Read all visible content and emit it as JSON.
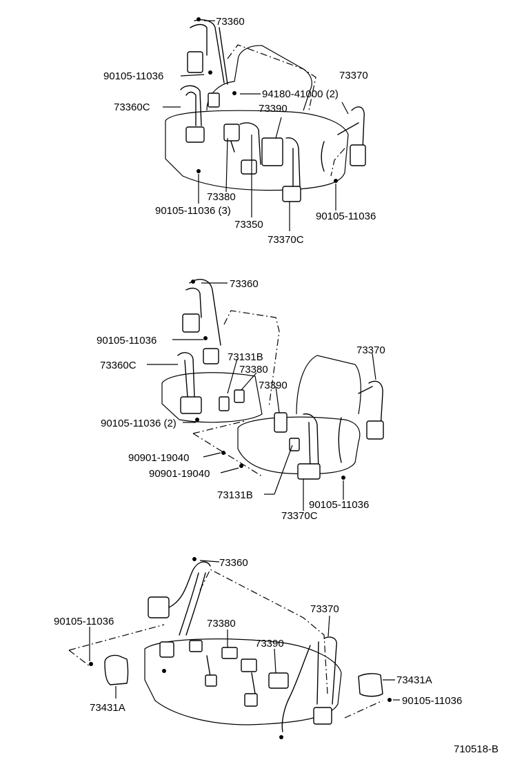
{
  "diagram_id": "710518-B",
  "sections": [
    {
      "name": "upper-assembly",
      "labels": [
        "73360",
        "90105-11036",
        "94180-41000 (2)",
        "73370",
        "73360C",
        "73390",
        "73380",
        "90105-11036 (3)",
        "73350",
        "90105-11036",
        "73370C"
      ]
    },
    {
      "name": "middle-assembly",
      "labels": [
        "73360",
        "90105-11036",
        "73131B",
        "73370",
        "73360C",
        "73380",
        "73390",
        "90105-11036 (2)",
        "90901-19040",
        "90901-19040",
        "73131B",
        "90105-11036",
        "73370C"
      ]
    },
    {
      "name": "lower-assembly",
      "labels": [
        "73360",
        "90105-11036",
        "73370",
        "73380",
        "73390",
        "73431A",
        "90105-11036",
        "73431A"
      ]
    }
  ]
}
